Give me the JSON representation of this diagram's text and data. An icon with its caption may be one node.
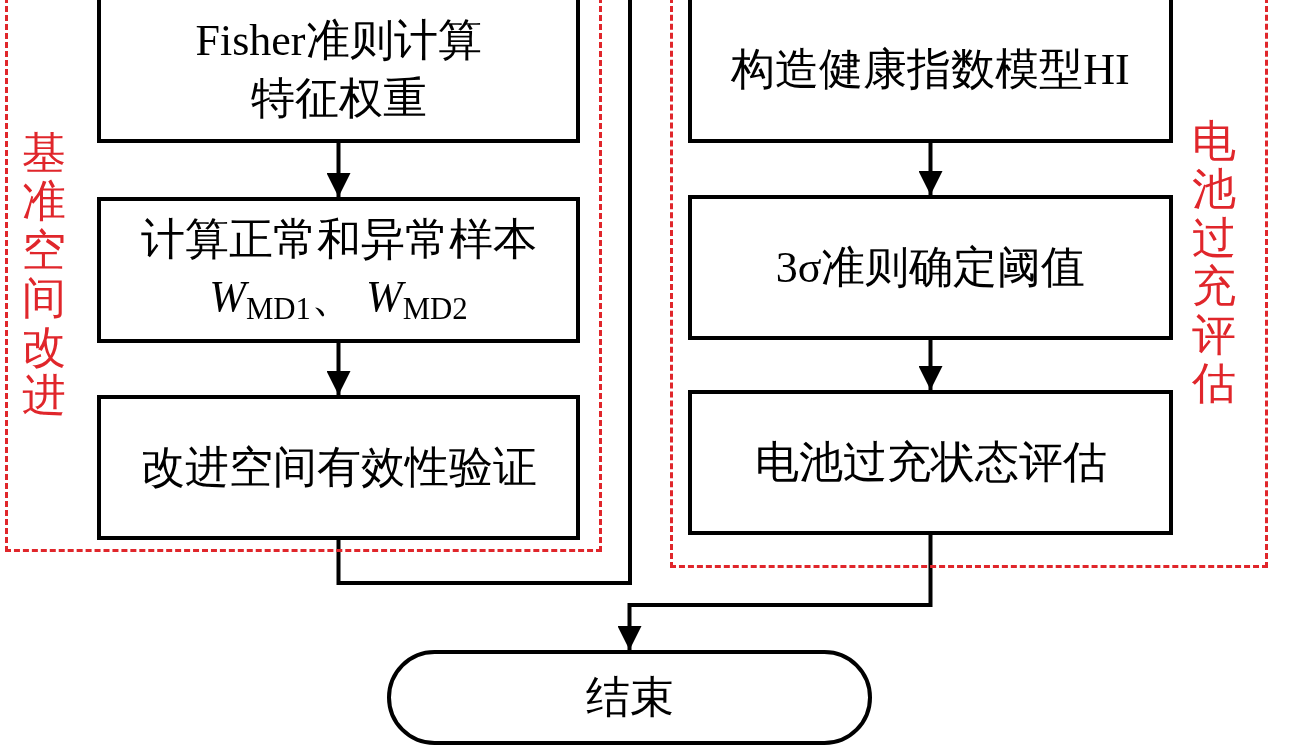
{
  "diagram": {
    "nodes": [
      {
        "text": [
          "基准空间改进"
        ]
      },
      {
        "text": [
          "Fisher准则计算特征权重"
        ],
        "in": 0
      },
      {
        "text": [
          "计算正常和异常样本 *W*$_{MD1}$、 *W*$_{MD2}$"
        ],
        "in": 0
      },
      {
        "text": [
          "改进空间有效性验证"
        ],
        "in": 0
      },
      {
        "text": [
          "电池过充评估"
        ]
      },
      {
        "text": [
          "构造健康指数模型HI"
        ],
        "in": 4
      },
      {
        "text": [
          "3σ准则确定阈值"
        ],
        "in": 4
      },
      {
        "text": [
          "电池过充状态评估"
        ],
        "in": 4
      },
      {
        "text": [
          "结束"
        ]
      }
    ],
    "edges": [
      {
        "from": 1,
        "to": 2,
        "arrow": "to"
      },
      {
        "from": 2,
        "to": 3,
        "arrow": "to"
      },
      {
        "from": 3,
        "to": null,
        "arrow": "none"
      },
      {
        "from": 5,
        "to": 6,
        "arrow": "to"
      },
      {
        "from": 6,
        "to": 7,
        "arrow": "to"
      },
      {
        "from": 7,
        "to": 8,
        "arrow": "to"
      }
    ]
  }
}
